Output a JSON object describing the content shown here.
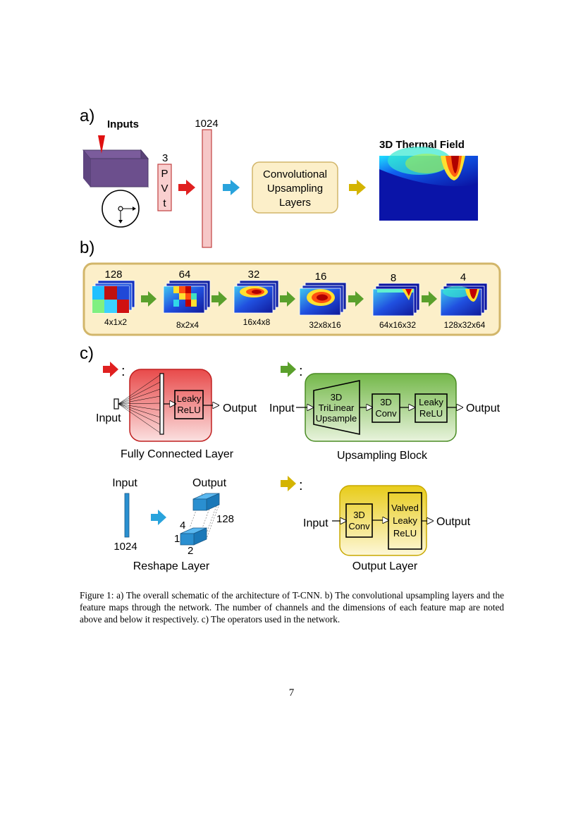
{
  "panel_a": {
    "label": "a)",
    "inputs_title": "Inputs",
    "input_count": "3",
    "input_p": "P",
    "input_v": "V",
    "input_t": "t",
    "fc_size": "1024",
    "conv_box_line1": "Convolutional",
    "conv_box_line2": "Upsampling",
    "conv_box_line3": "Layers",
    "output_title": "3D Thermal Field"
  },
  "panel_b": {
    "label": "b)",
    "stages": [
      {
        "channels": "128",
        "dims": "4x1x2"
      },
      {
        "channels": "64",
        "dims": "8x2x4"
      },
      {
        "channels": "32",
        "dims": "16x4x8"
      },
      {
        "channels": "16",
        "dims": "32x8x16"
      },
      {
        "channels": "8",
        "dims": "64x16x32"
      },
      {
        "channels": "4",
        "dims": "128x32x64"
      }
    ]
  },
  "panel_c": {
    "label": "c)",
    "colon": ":",
    "fc": {
      "title": "Fully Connected Layer",
      "input": "Input",
      "output": "Output",
      "act_line1": "Leaky",
      "act_line2": "ReLU"
    },
    "ups": {
      "title": "Upsampling Block",
      "input": "Input",
      "output": "Output",
      "tri_line1": "3D",
      "tri_line2": "TriLinear",
      "tri_line3": "Upsample",
      "conv_line1": "3D",
      "conv_line2": "Conv",
      "act_line1": "Leaky",
      "act_line2": "ReLU"
    },
    "reshape": {
      "title": "Reshape Layer",
      "input": "Input",
      "output": "Output",
      "in_size": "1024",
      "dim_4": "4",
      "dim_1": "1",
      "dim_2": "2",
      "dim_128": "128"
    },
    "out": {
      "title": "Output Layer",
      "input": "Input",
      "output": "Output",
      "conv_line1": "3D",
      "conv_line2": "Conv",
      "act_line1": "Valved",
      "act_line2": "Leaky",
      "act_line3": "ReLU"
    }
  },
  "caption": "Figure 1: a) The overall schematic of the architecture of T-CNN. b) The convolutional upsampling layers and the feature maps through the network. The number of channels and the dimensions of each feature map are noted above and below it respectively. c) The operators used in the network.",
  "page_number": "7",
  "colors": {
    "fc_arrow": "#e02020",
    "reshape_arrow": "#29a3dc",
    "upsample_arrow": "#5aa02c",
    "output_arrow": "#d4b400",
    "fc_box": "#e84a4a",
    "ups_box": "#74b84a",
    "out_box": "#e8cc1a",
    "panel_b_fill": "#fcefc9",
    "panel_b_border": "#d2b66a",
    "fc_layer_fill": "#f6c7c7",
    "fc_layer_stroke": "#c04040",
    "block_solid": "#2a8fd0"
  }
}
